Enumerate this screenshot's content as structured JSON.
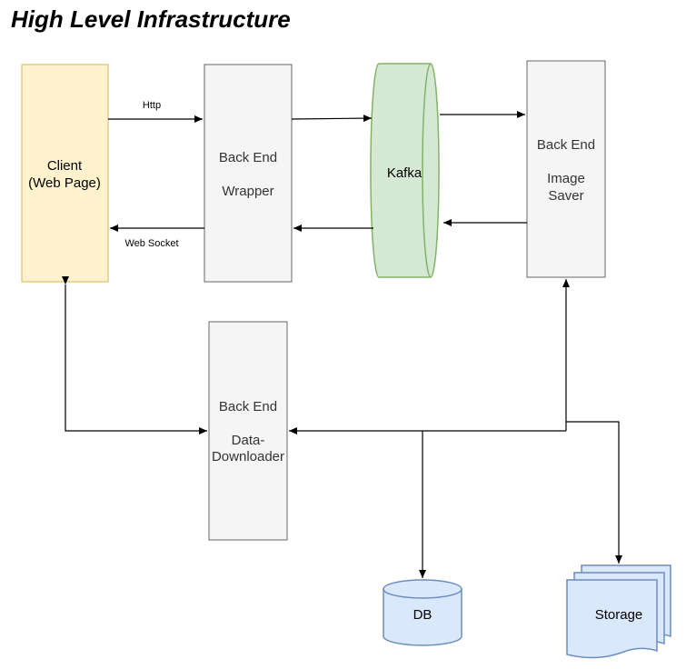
{
  "title": "High Level Infrastructure",
  "nodes": {
    "client": {
      "line1": "Client",
      "line2": "(Web Page)",
      "fill": "#fff2cc",
      "stroke": "#d6b656"
    },
    "wrapper": {
      "line1": "Back End",
      "line2": "Wrapper",
      "fill": "#f5f5f5",
      "stroke": "#666666"
    },
    "kafka": {
      "label": "Kafka",
      "fill": "#d5e8d4",
      "stroke": "#82b366"
    },
    "image_saver": {
      "line1": "Back End",
      "line2": "Image",
      "line3": "Saver",
      "fill": "#f5f5f5",
      "stroke": "#666666"
    },
    "downloader": {
      "line1": "Back End",
      "line2": "Data-",
      "line3": "Downloader",
      "fill": "#f5f5f5",
      "stroke": "#666666"
    },
    "db": {
      "label": "DB",
      "fill": "#dae8fc",
      "stroke": "#6c8ebf"
    },
    "storage": {
      "label": "Storage",
      "fill": "#dae8fc",
      "stroke": "#6c8ebf"
    }
  },
  "edges": {
    "http": "Http",
    "websocket": "Web Socket"
  }
}
